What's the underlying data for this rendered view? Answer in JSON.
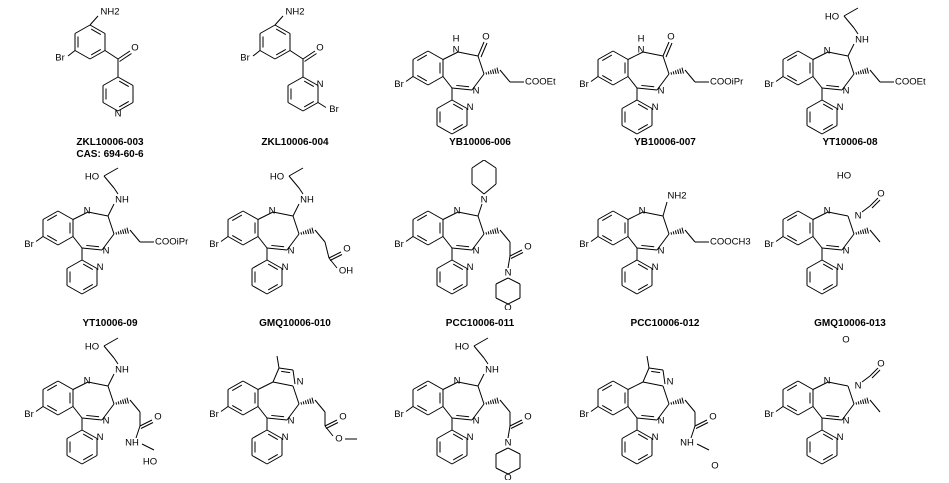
{
  "compounds": [
    {
      "id": "ZKL10006-003",
      "cas": "CAS: 694-60-6",
      "kind": "benzophenone",
      "pyridine": "pyridin-4-yl",
      "labels": {
        "amine": "NH2",
        "halogen": "Br",
        "oxygen": "O",
        "ring_n": "N"
      }
    },
    {
      "id": "ZKL10006-004",
      "cas": "",
      "kind": "benzophenone",
      "pyridine": "6-bromopyridin-2-yl",
      "labels": {
        "amine": "NH2",
        "halogen": "Br",
        "oxygen": "O",
        "ring_n": "N",
        "pyridine_halogen": "Br"
      }
    },
    {
      "id": "YB10006-006",
      "cas": "",
      "kind": "lactam",
      "ester": "COOEt",
      "labels": {
        "nh": "N",
        "h": "H",
        "oxygen": "O",
        "imine": "N",
        "halogen": "Br",
        "ring_n": "N"
      }
    },
    {
      "id": "YB10006-007",
      "cas": "",
      "kind": "lactam",
      "ester": "COOiPr",
      "labels": {
        "nh": "N",
        "h": "H",
        "oxygen": "O",
        "imine": "N",
        "halogen": "Br",
        "ring_n": "N"
      }
    },
    {
      "id": "YT10006-08",
      "cas": "",
      "kind": "amidine-aminoalcohol",
      "ester": "COOEt",
      "labels": {
        "hydroxy": "HO",
        "nh": "NH",
        "n1": "N",
        "n2": "N",
        "halogen": "Br",
        "ring_n": "N"
      }
    },
    {
      "id": "YT10006-09",
      "cas": "",
      "kind": "amidine-aminoalcohol",
      "ester": "COOiPr",
      "labels": {
        "hydroxy": "HO",
        "nh": "NH",
        "n1": "N",
        "n2": "N",
        "halogen": "Br",
        "ring_n": "N"
      }
    },
    {
      "id": "GMQ10006-010",
      "cas": "",
      "kind": "amidine-aminoalcohol-acid",
      "labels": {
        "hydroxy": "HO",
        "nh": "NH",
        "n1": "N",
        "n2": "N",
        "halogen": "Br",
        "ring_n": "N",
        "acid_o": "O",
        "acid_oh": "OH"
      }
    },
    {
      "id": "PCC10006-011",
      "cas": "",
      "kind": "morpholine-amide",
      "labels": {
        "morph_n": "N",
        "morph_o": "O",
        "n1": "N",
        "n2": "N",
        "halogen": "Br",
        "ring_n": "N",
        "amide_o": "O",
        "amide_n": "N",
        "amide_morph_o": "O"
      }
    },
    {
      "id": "PCC10006-012",
      "cas": "",
      "kind": "amidine-nh2",
      "ester": "COOCH3",
      "labels": {
        "amine": "NH2",
        "n1": "N",
        "n2": "N",
        "halogen": "Br",
        "ring_n": "N"
      }
    },
    {
      "id": "GMQ10006-013",
      "cas": "",
      "kind": "fused-lactam",
      "labels": {
        "hydroxy": "HO",
        "n1": "N",
        "n_lactam": "N",
        "oxygen": "O",
        "n2": "N",
        "halogen": "Br",
        "ring_n": "N"
      }
    },
    {
      "id": "",
      "cas": "",
      "kind": "amidine-aminoalcohol-amide",
      "labels": {
        "hydroxy": "HO",
        "nh": "NH",
        "n1": "N",
        "n2": "N",
        "halogen": "Br",
        "ring_n": "N",
        "amide_o": "O",
        "amide_nh": "NH",
        "hydroxy2": "HO"
      }
    },
    {
      "id": "",
      "cas": "",
      "kind": "imidazo-ester",
      "labels": {
        "imid_n": "N",
        "imid_n2": "N",
        "n_imine": "N",
        "halogen": "Br",
        "ring_n": "N",
        "o1": "O",
        "o2": "O"
      }
    },
    {
      "id": "",
      "cas": "",
      "kind": "amidine-ethyl-morpholine-amide",
      "labels": {
        "hydroxy": "HO",
        "nh": "NH",
        "n1": "N",
        "n2": "N",
        "halogen": "Br",
        "ring_n": "N",
        "amide_o": "O",
        "amide_n": "N",
        "morph_o": "O"
      }
    },
    {
      "id": "",
      "cas": "",
      "kind": "imidazo-ketoamide",
      "labels": {
        "imid_n": "N",
        "imid_n2": "N",
        "n_imine": "N",
        "halogen": "Br",
        "ring_n": "N",
        "amide_o": "O",
        "amide_nh": "NH",
        "keto_o": "O"
      }
    },
    {
      "id": "",
      "cas": "",
      "kind": "fused-lactam-ketone",
      "labels": {
        "keto_o": "O",
        "n1": "N",
        "n_lactam": "N",
        "oxygen": "O",
        "n2": "N",
        "halogen": "Br",
        "ring_n": "N"
      }
    }
  ]
}
